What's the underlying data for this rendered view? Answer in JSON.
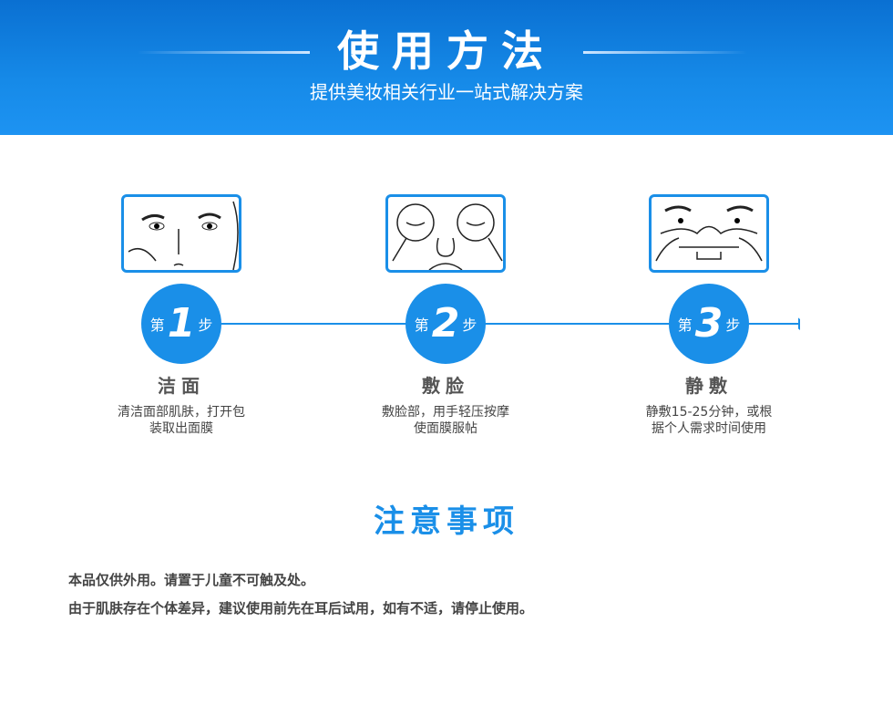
{
  "header": {
    "title": "使用方法",
    "subtitle": "提供美妆相关行业一站式解决方案"
  },
  "steps": [
    {
      "prefix": "第",
      "number": "1",
      "suffix": "步",
      "title": "洁面",
      "desc": "清洁面部肌肤，打开包装取出面膜"
    },
    {
      "prefix": "第",
      "number": "2",
      "suffix": "步",
      "title": "敷脸",
      "desc": "敷脸部，用手轻压按摩使面膜服帖"
    },
    {
      "prefix": "第",
      "number": "3",
      "suffix": "步",
      "title": "静敷",
      "desc": "静敷15-25分钟，或根据个人需求时间使用"
    }
  ],
  "notice": {
    "title": "注意事项",
    "items": [
      "本品仅供外用。请置于儿童不可触及处。",
      "由于肌肤存在个体差异，建议使用前先在耳后试用，如有不适，请停止使用。"
    ]
  },
  "colors": {
    "accent": "#1a8fe8",
    "text": "#444444"
  }
}
